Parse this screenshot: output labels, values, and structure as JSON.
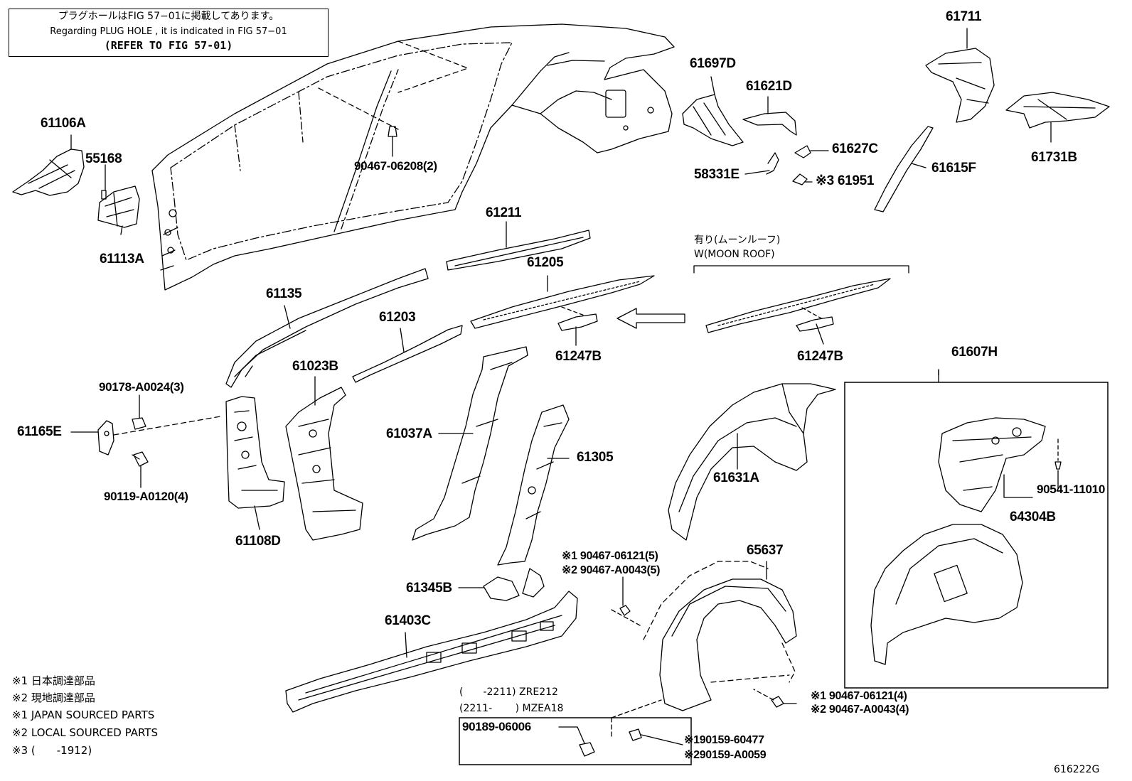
{
  "note_box": {
    "line1_jp": "プラグホールはFIG 57−01に掲載してあります。",
    "line2_en": "Regarding PLUG HOLE , it is indicated in FIG 57−01",
    "line3": "(REFER TO FIG 57-01)"
  },
  "parts": {
    "p61106A": "61106A",
    "p55168": "55168",
    "p61113A": "61113A",
    "p90467_06208": "90467-06208(2)",
    "p61697D": "61697D",
    "p61621D": "61621D",
    "p61627C": "61627C",
    "p58331E": "58331E",
    "p61951": "※3 61951",
    "p61711": "61711",
    "p61731B": "61731B",
    "p61615F": "61615F",
    "p61211": "61211",
    "p61205": "61205",
    "p61135": "61135",
    "p61203": "61203",
    "p61247B_a": "61247B",
    "p61247B_b": "61247B",
    "p61023B": "61023B",
    "p90178": "90178-A0024(3)",
    "p61165E": "61165E",
    "p90119": "90119-A0120(4)",
    "p61108D": "61108D",
    "p61037A": "61037A",
    "p61305": "61305",
    "p61631A": "61631A",
    "p61607H": "61607H",
    "p90541": "90541-11010",
    "p64304B": "64304B",
    "p61345B": "61345B",
    "p61403C": "61403C",
    "p65637": "65637",
    "p90189": "90189-06006"
  },
  "multi": {
    "nut_top_1": "※1 90467-06121(5)",
    "nut_top_2": "※2 90467-A0043(5)",
    "nut_bot_1": "※1 90467-06121(4)",
    "nut_bot_2": "※2 90467-A0043(4)",
    "clip_1": "※190159-60477",
    "clip_2": "※290159-A0059"
  },
  "moonroof": {
    "jp": "有り(ムーンルーフ)",
    "en": "W(MOON ROOF)"
  },
  "models": {
    "line1": "(　　-2211) ZRE212",
    "line2": "(2211-　　 ) MZEA18"
  },
  "legend": {
    "l1": "※1  日本調達部品",
    "l2": "※2  現地調達部品",
    "l3": "※1  JAPAN SOURCED PARTS",
    "l4": "※2  LOCAL SOURCED PARTS",
    "l5": "※3 (　　-1912)"
  },
  "figure_code": "616222G"
}
